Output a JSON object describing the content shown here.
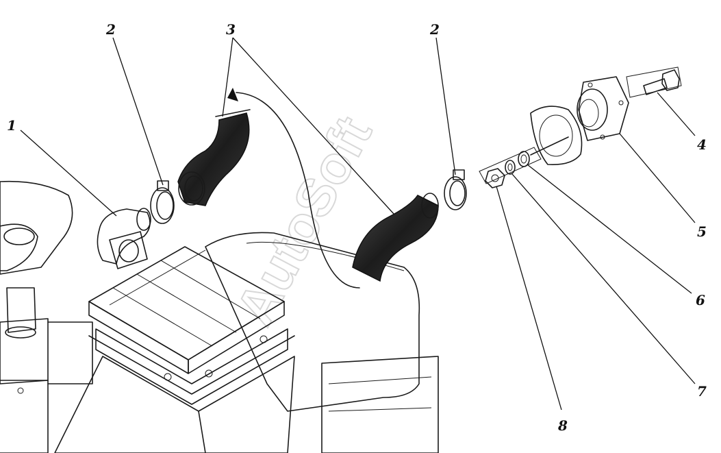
{
  "watermark_text": "AutoSoft",
  "callouts": [
    "1",
    "2",
    "2",
    "3",
    "4",
    "5",
    "6",
    "7",
    "8"
  ],
  "colors": {
    "ink": "#1a1a1a",
    "hose": "#2b2b2b",
    "background": "#ffffff",
    "watermark": "#b9b9b9"
  }
}
